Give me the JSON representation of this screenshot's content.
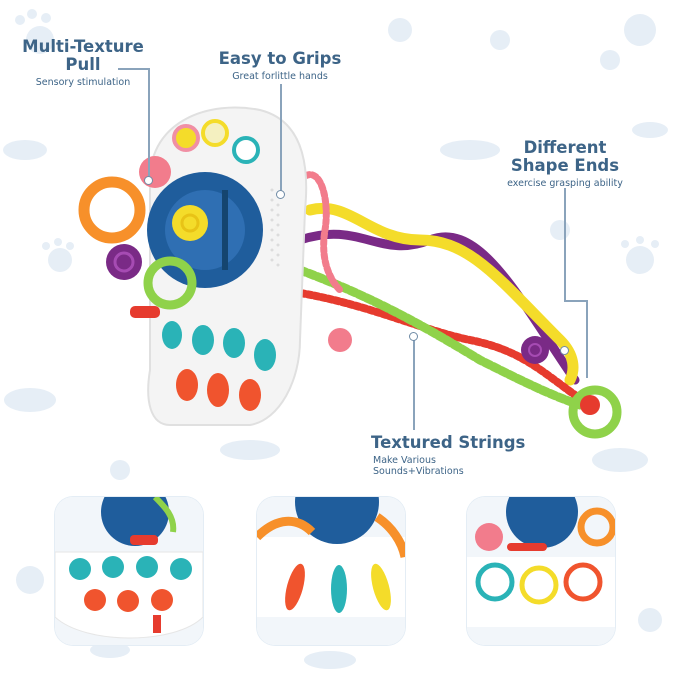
{
  "callouts": {
    "multi_texture": {
      "title_line1": "Multi-Texture",
      "title_line2": "Pull",
      "subtitle": "Sensory stimulation"
    },
    "easy_grip": {
      "title": "Easy to Grips",
      "subtitle": "Great forlittle hands"
    },
    "shape_ends": {
      "title_line1": "Different",
      "title_line2": "Shape Ends",
      "subtitle": "exercise grasping ability"
    },
    "strings": {
      "title": "Textured Strings",
      "subtitle_line1": "Make Various",
      "subtitle_line2": "Sounds+Vibrations"
    }
  },
  "colors": {
    "label": "#3d6487",
    "toy_blue": "#1f5d9c",
    "toy_white": "#f4f4f4",
    "yellow": "#f4dc2a",
    "green": "#8fd24a",
    "orange": "#f7902a",
    "purple": "#7a2a86",
    "pink": "#f27c8c",
    "red": "#e63b2e",
    "teal": "#2ab3b7",
    "background_pattern": "#e6eef6"
  },
  "insets": [
    {
      "name": "popper-buttons"
    },
    {
      "name": "pull-tabs"
    },
    {
      "name": "color-rings"
    }
  ]
}
